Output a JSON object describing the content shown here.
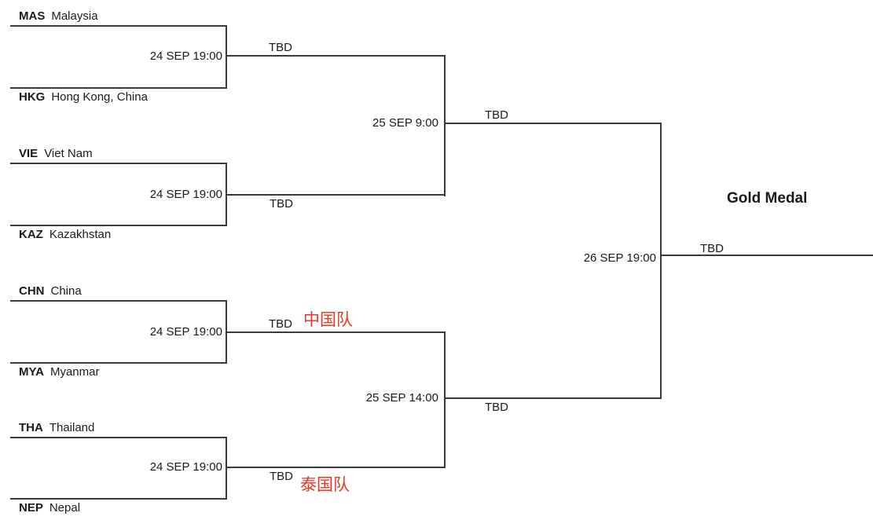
{
  "colors": {
    "line": "#3b3b3b",
    "text": "#1a1a1a",
    "annotation_red": "#e23a28"
  },
  "round1": {
    "matches": [
      {
        "time": "24 SEP 19:00",
        "winner": "TBD",
        "top": {
          "code": "MAS",
          "name": "Malaysia"
        },
        "bottom": {
          "code": "HKG",
          "name": "Hong Kong, China"
        }
      },
      {
        "time": "24 SEP 19:00",
        "winner": "TBD",
        "top": {
          "code": "VIE",
          "name": "Viet Nam"
        },
        "bottom": {
          "code": "KAZ",
          "name": "Kazakhstan"
        }
      },
      {
        "time": "24 SEP 19:00",
        "winner": "TBD",
        "winner_annotation": "中国队",
        "top": {
          "code": "CHN",
          "name": "China"
        },
        "bottom": {
          "code": "MYA",
          "name": "Myanmar"
        }
      },
      {
        "time": "24 SEP 19:00",
        "winner": "TBD",
        "winner_annotation": "泰国队",
        "top": {
          "code": "THA",
          "name": "Thailand"
        },
        "bottom": {
          "code": "NEP",
          "name": "Nepal"
        }
      }
    ]
  },
  "semifinals": [
    {
      "time": "25 SEP 9:00",
      "winner": "TBD"
    },
    {
      "time": "25 SEP 14:00",
      "winner": "TBD"
    }
  ],
  "final": {
    "time": "26 SEP 19:00",
    "winner": "TBD",
    "label": "Gold Medal"
  }
}
